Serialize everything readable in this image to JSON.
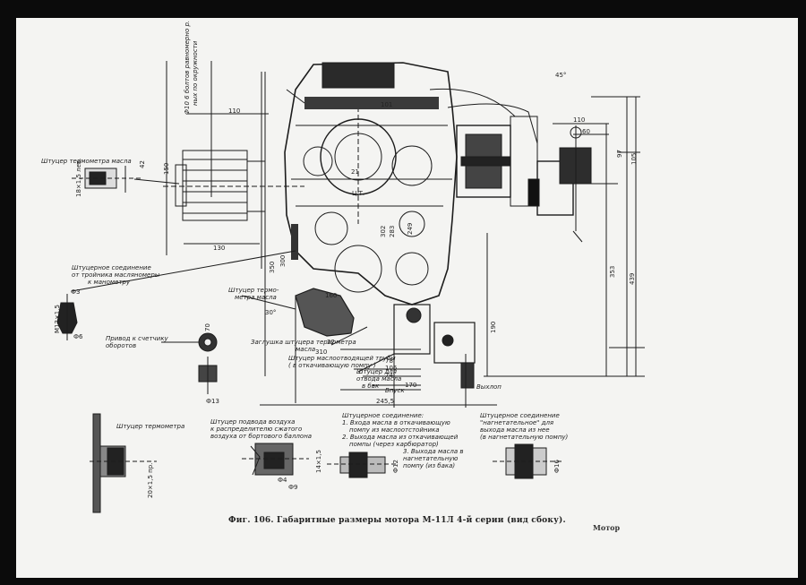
{
  "figure": {
    "caption": "Фиг. 106. Габаритные размеры мотора М-11Л 4-й серии (вид сбоку).",
    "footer_word": "Мотор"
  },
  "labels": {
    "thermometer_oil_fitting": "Штуцер термометра масла",
    "bolts_note_line1": "Ф10 6 болтов равномерно р.",
    "bolts_note_line2": "ных по окружности",
    "pressure_gauge_fitting_line1": "Штуцерное соединение",
    "pressure_gauge_fitting_line2": "от тройника масляномеры",
    "pressure_gauge_fitting_line3": "к манометру",
    "rpm_drive_line1": "Привод к счетчику",
    "rpm_drive_line2": "оборотов",
    "thermometer_fitting_line1": "Штуцер термо-",
    "thermometer_fitting_line2": "метра масла",
    "thermometer_plug_line1": "Заглушка штуцера термометра",
    "thermometer_plug_line2": "масла",
    "oil_pump_fitting_line1": "Штуцер маслоотводящей трубы",
    "oil_pump_fitting_line2": "( в откачивающую помпу )",
    "oil_drain_line1": "Штуцер для",
    "oil_drain_line2": "отвода масла",
    "oil_drain_line3": "в бак",
    "inlet_air": "Впуск",
    "exhaust": "Выхлоп",
    "thermometer_fitting_small": "Штуцер термометра",
    "air_supply_line1": "Штуцер подвода воздуха",
    "air_supply_line2": "к распределителю сжатого",
    "air_supply_line3": "воздуха от бортового баллона",
    "fitting_conn_title": "Штуцерное соединение:",
    "fitting_conn_item1": "1. Входа масла в откачивающую",
    "fitting_conn_item1b": "помпу из маслоотстойника",
    "fitting_conn_item2": "2. Выхода масла из откачивающей",
    "fitting_conn_item2b": "помпы (через карбюратор)",
    "fitting_conn_item3": "3. Выхода масла в",
    "fitting_conn_item3b": "нагнетательную",
    "fitting_conn_item3c": "помпу (из бака)",
    "fitting_conn_right_line1": "Штуцерное соединение",
    "fitting_conn_right_line2": "\"нагнетательное\" для",
    "fitting_conn_right_line3": "выхода масла из нее",
    "fitting_conn_right_line4": "(в нагнетательную помпу)"
  },
  "dimensions": {
    "d110_top": "110",
    "d101": "101",
    "d110_right": "110",
    "d60": "60",
    "d97": "97",
    "d105": "105",
    "d150": "150",
    "d130": "130",
    "d21": "21",
    "d350": "350",
    "d300": "300",
    "d302": "302",
    "d283": "283",
    "d249": "249",
    "d160": "160",
    "d190": "190",
    "d353": "353",
    "d439": "439",
    "d310": "310",
    "d78": "78",
    "d106": "106",
    "d74": "74",
    "d170": "170",
    "d245_5": "245,5",
    "d22": "22",
    "d70": "70",
    "ang_45": "45°",
    "ang_30": "30°",
    "thread_m12": "M12×1,5",
    "thread_m18": "18×1,5 лев.",
    "thread_m14": "14×1,5",
    "thread_m20": "20×1,5 пр.",
    "phi3": "Ф3",
    "phi6": "Ф6",
    "phi13": "Ф13",
    "phi9": "Ф9",
    "phi12": "Ф12",
    "phi16": "Ф16",
    "phi4": "Ф4",
    "d42": "42",
    "label_4dt": "Ц.Т."
  }
}
